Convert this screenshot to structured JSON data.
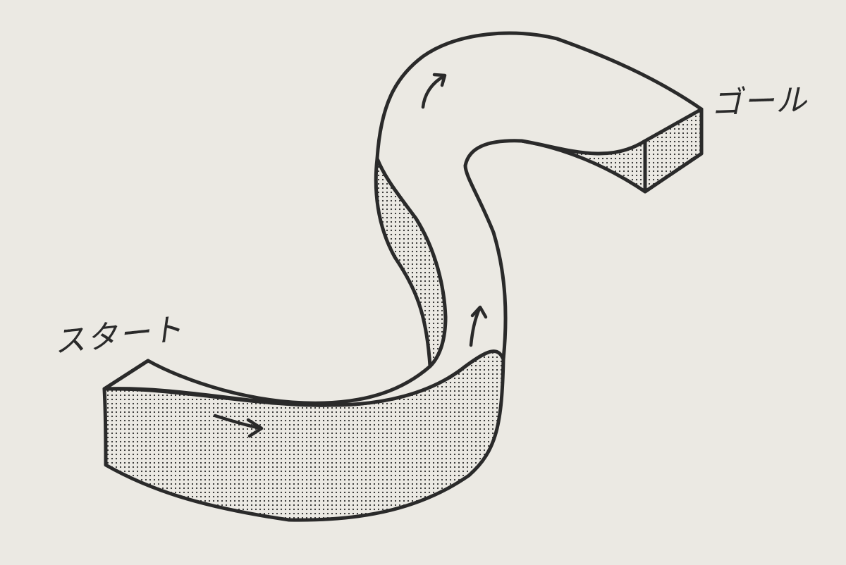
{
  "labels": {
    "start": "スタート",
    "goal": "ゴール"
  },
  "colors": {
    "background": "#ebe9e3",
    "line": "#2a2a2a",
    "top_surface": "#ebe9e3",
    "side_dots": "#2a2a2a"
  },
  "arrows": [
    "arrow-right",
    "arrow-up",
    "arrow-up-curved"
  ]
}
